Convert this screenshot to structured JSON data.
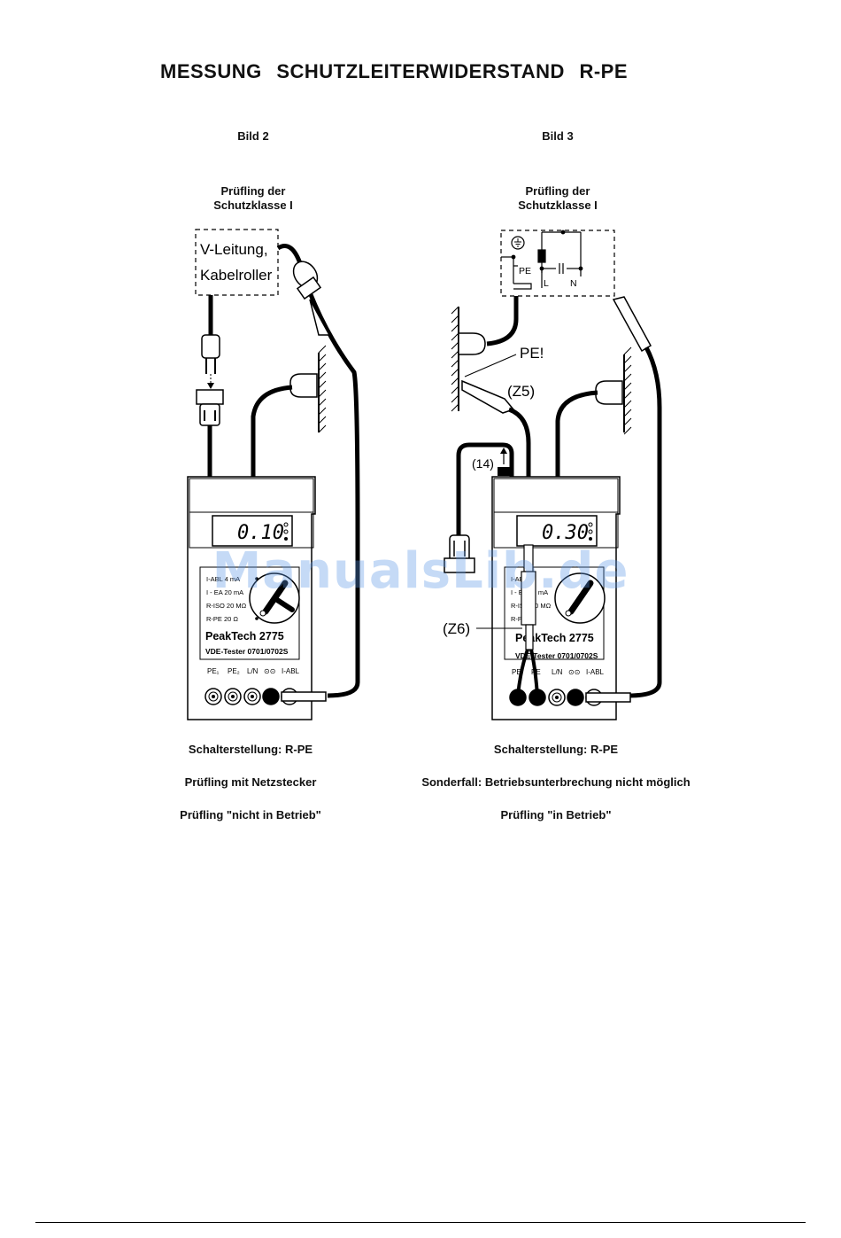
{
  "title": "MESSUNG   SCHUTZLEITERWIDERSTAND   R-PE",
  "left": {
    "figure_label": "Bild  2",
    "pruefling": "Prüfling der\nSchutzklasse I",
    "box_line1": "V-Leitung,",
    "box_line2": "Kabelroller",
    "display": "0.10",
    "switch_labels": [
      "I-ABL  4 mA",
      "I - EA  20 mA",
      "R-ISO  20 MΩ",
      "R-PE  20  Ω"
    ],
    "brand": "PeakTech 2775",
    "model": "VDE-Tester 0701/0702S",
    "terminals": [
      "PE₁",
      "PE₂",
      "L/N",
      "⊙⊙",
      "I-ABL"
    ],
    "caption1": "Schalterstellung: R-PE",
    "caption2": "Prüfling mit Netzstecker",
    "caption3": "Prüfling \"nicht in Betrieb\""
  },
  "right": {
    "figure_label": "Bild  3",
    "pruefling": "Prüfling der\nSchutzklasse I",
    "box_pe": "PE",
    "box_l": "L",
    "box_n": "N",
    "display": "0.30",
    "callout_pe": "PE!",
    "callout_z5": "(Z5)",
    "callout_14": "(14)",
    "callout_z6": "(Z6)",
    "switch_labels": [
      "I-ABL",
      "I - EA  20 mA",
      "R-ISO  20 MΩ",
      "R-PE"
    ],
    "brand": "PeakTech 2775",
    "model": "VDE-Tester 0701/0702S",
    "terminals": [
      "PE",
      "PE",
      "L/N",
      "⊙⊙",
      "I-ABL"
    ],
    "caption1": "Schalterstellung: R-PE",
    "caption2": "Sonderfall: Betriebsunterbrechung nicht möglich",
    "caption3": "Prüfling \"in Betrieb\""
  },
  "watermark": "ManualsLib.de"
}
